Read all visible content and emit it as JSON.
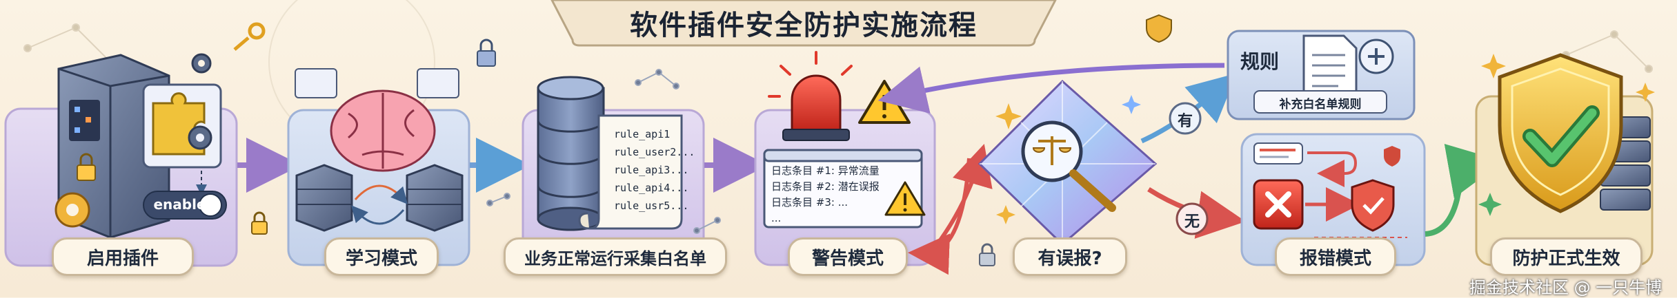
{
  "title": "软件插件安全防护实施流程",
  "steps": [
    {
      "label": "启用插件"
    },
    {
      "label": "学习模式"
    },
    {
      "label": "业务正常运行采集白名单"
    },
    {
      "label": "警告模式"
    },
    {
      "label": "有误报?"
    },
    {
      "label": "报错模式"
    },
    {
      "label": "防护正式生效"
    }
  ],
  "toggle_label": "enable",
  "whitelist_rules": [
    "rule_api1",
    "rule_user2...",
    "rule_api3...",
    "rule_api4...",
    "rule_usr5..."
  ],
  "log_entries": [
    "日志条目 #1: 异常流量",
    "日志条目 #2: 潜在误报",
    "日志条目 #3: ..."
  ],
  "log_ellipsis": "...",
  "rules_box": {
    "title": "规则",
    "caption": "补充白名单规则"
  },
  "branch_yes": "有",
  "branch_no": "无",
  "watermark": "掘金技术社区 @ 一只牛博",
  "colors": {
    "flow_arrow": "#9a7bc9",
    "feedback_arrow": "#8a6fd0",
    "yes_arrow": "#5b9fd6",
    "no_arrow": "#d9534f",
    "final_arrow": "#4caf6a"
  },
  "icons": [
    "key-icon",
    "gear-icon",
    "lock-icon",
    "puzzle-icon",
    "brain-icon",
    "server-icon",
    "database-icon",
    "scroll-icon",
    "alarm-light-icon",
    "warning-icon",
    "crystal-icon",
    "scales-icon",
    "magnifier-icon",
    "document-icon",
    "plus-icon",
    "error-x-icon",
    "shield-icon",
    "checkmark-icon",
    "sparkle-icon"
  ]
}
